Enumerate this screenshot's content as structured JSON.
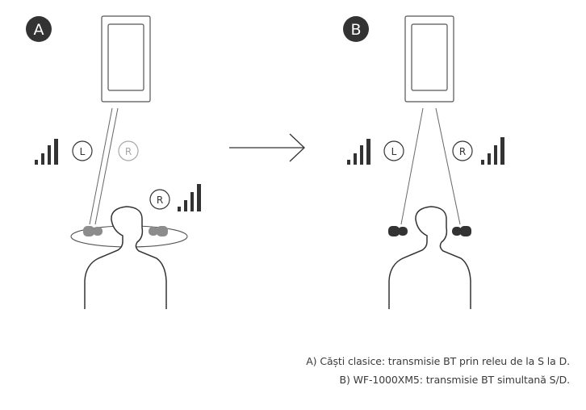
{
  "panels": [
    {
      "badge": "A",
      "channels": [
        "L",
        "R",
        "R"
      ]
    },
    {
      "badge": "B",
      "channels": [
        "L",
        "R"
      ]
    }
  ],
  "captions": {
    "line_a": "A) Căști clasice: transmisie BT prin releu de la S la D.",
    "line_b": "B) WF-1000XM5: transmisie BT simultană S/D."
  },
  "colors": {
    "dark": "#333333",
    "light_gray": "#a8a8a8",
    "bud_gray": "#8c8c8c"
  },
  "icons": [
    "smartphone-icon",
    "signal-bars-icon",
    "earbud-icon",
    "person-silhouette-icon",
    "arrow-right-icon"
  ]
}
